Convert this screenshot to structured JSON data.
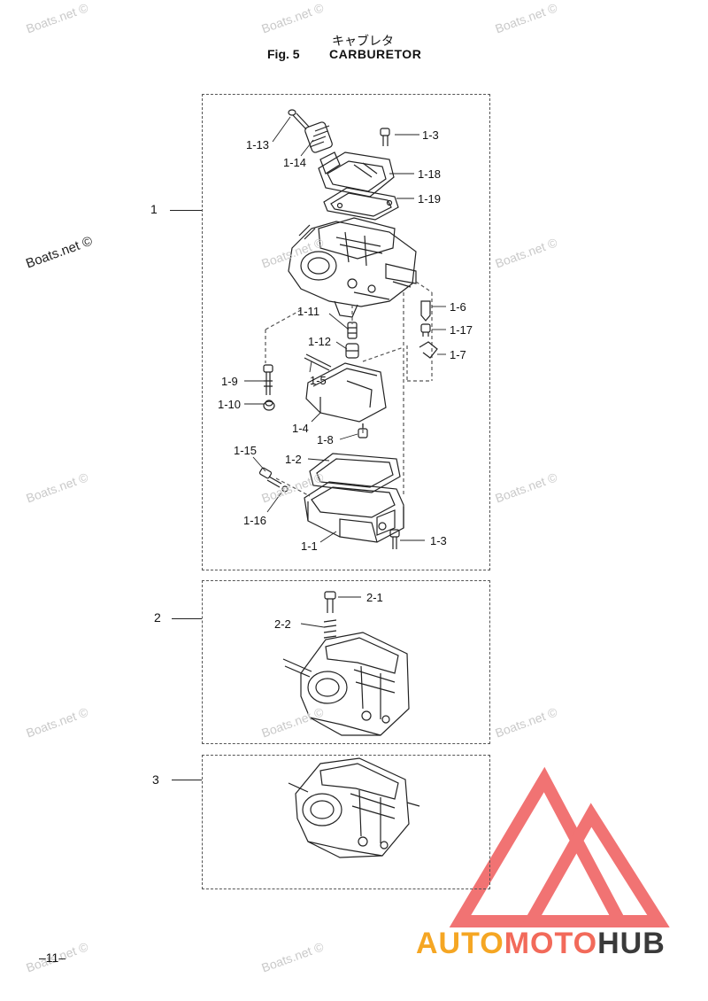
{
  "header": {
    "title_jp": "キャブレタ",
    "fig_number": "Fig. 5",
    "fig_title": "CARBURETOR"
  },
  "groups": [
    {
      "label": "1"
    },
    {
      "label": "2"
    },
    {
      "label": "3"
    }
  ],
  "callouts": [
    "1-13",
    "1-14",
    "1-3",
    "1-18",
    "1-19",
    "1-6",
    "1-11",
    "1-17",
    "1-12",
    "1-7",
    "1-9",
    "1-5",
    "1-10",
    "1-4",
    "1-8",
    "1-15",
    "1-2",
    "1-16",
    "1-1",
    "1-3",
    "2-1",
    "2-2"
  ],
  "watermark": "Boats.net ©",
  "page_number": "–11–",
  "logo": {
    "brand_a": "AUTO",
    "brand_b": "MOTO",
    "brand_c": "HUB",
    "colors": {
      "brand_a": "#f5a623",
      "brand_b": "#f26a5a",
      "brand_c": "#3a3a3a",
      "mark": "#ef5b5b"
    }
  }
}
